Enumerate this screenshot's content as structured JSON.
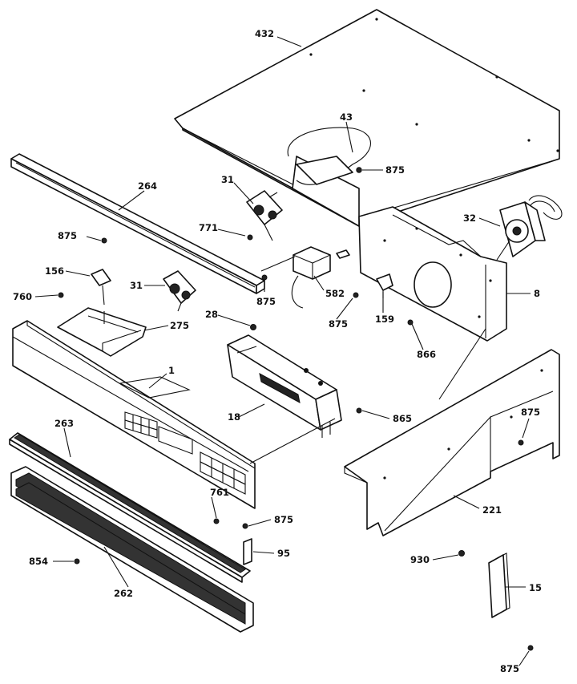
{
  "diagram": {
    "callouts": [
      {
        "key": "p432",
        "text": "432"
      },
      {
        "key": "p43",
        "text": "43"
      },
      {
        "key": "p875a",
        "text": "875"
      },
      {
        "key": "p264",
        "text": "264"
      },
      {
        "key": "p31a",
        "text": "31"
      },
      {
        "key": "p32",
        "text": "32"
      },
      {
        "key": "p875b",
        "text": "875"
      },
      {
        "key": "p771",
        "text": "771"
      },
      {
        "key": "p156",
        "text": "156"
      },
      {
        "key": "p760",
        "text": "760"
      },
      {
        "key": "p31b",
        "text": "31"
      },
      {
        "key": "p875c",
        "text": "875"
      },
      {
        "key": "p582",
        "text": "582"
      },
      {
        "key": "p8",
        "text": "8"
      },
      {
        "key": "p28",
        "text": "28"
      },
      {
        "key": "p275",
        "text": "275"
      },
      {
        "key": "p875d",
        "text": "875"
      },
      {
        "key": "p159",
        "text": "159"
      },
      {
        "key": "p866",
        "text": "866"
      },
      {
        "key": "p1",
        "text": "1"
      },
      {
        "key": "p18",
        "text": "18"
      },
      {
        "key": "p865",
        "text": "865"
      },
      {
        "key": "p875e",
        "text": "875"
      },
      {
        "key": "p263",
        "text": "263"
      },
      {
        "key": "p761",
        "text": "761"
      },
      {
        "key": "p875f",
        "text": "875"
      },
      {
        "key": "p221",
        "text": "221"
      },
      {
        "key": "p95",
        "text": "95"
      },
      {
        "key": "p854",
        "text": "854"
      },
      {
        "key": "p930",
        "text": "930"
      },
      {
        "key": "p262",
        "text": "262"
      },
      {
        "key": "p15",
        "text": "15"
      },
      {
        "key": "p875g",
        "text": "875"
      }
    ]
  }
}
